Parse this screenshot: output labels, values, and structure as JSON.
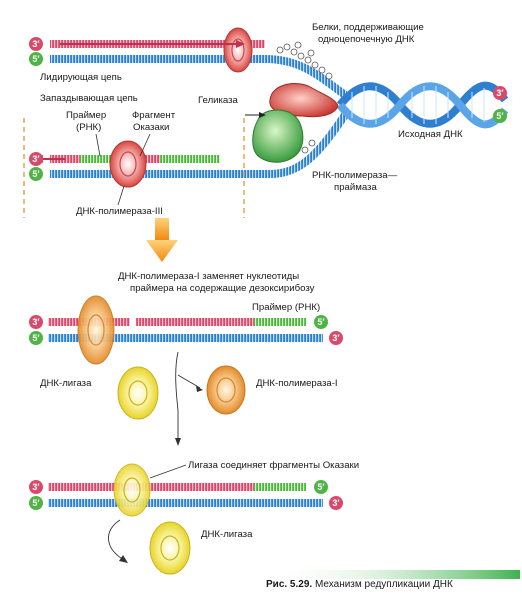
{
  "labels": {
    "ssb_proteins_l1": "Белки, поддерживающие",
    "ssb_proteins_l2": "одноцепочечную ДНК",
    "leading_strand": "Лидирующая цепь",
    "lagging_strand": "Запаздывающая цепь",
    "primer_l1": "Праймер",
    "primer_l2": "(РНК)",
    "okazaki_l1": "Фрагмент",
    "okazaki_l2": "Оказаки",
    "helicase": "Геликаза",
    "parent_dna": "Исходная ДНК",
    "rna_polymerase_l1": "РНК-полимераза—",
    "rna_polymerase_l2": "праймаза",
    "dna_polymerase_3": "ДНК-полимераза-III",
    "pol1_note_l1": "ДНК-полимераза-I заменяет нуклеотиды",
    "pol1_note_l2": "праймера на содержащие дезоксирибозу",
    "primer_rna": "Праймер (РНК)",
    "dna_ligase_1": "ДНК-лигаза",
    "dna_polymerase_1": "ДНК-полимераза-I",
    "ligase_note": "Лигаза соединяет фрагменты Оказаки",
    "dna_ligase_2": "ДНК-лигаза"
  },
  "ends": {
    "three_prime": "3′",
    "five_prime": "5′"
  },
  "caption": {
    "prefix": "Рис. 5.29.",
    "text": " Механизм редупликации ДНК"
  },
  "colors": {
    "template_strand": "#2f7fd0",
    "new_dna": "#d94a6a",
    "rna_primer": "#5cb848",
    "helicase": "#d9473f",
    "primase": "#4aa84e",
    "dna_polymerase_3": "#e25a5a",
    "dna_polymerase_1": "#f0a64b",
    "dna_ligase": "#f1e23a",
    "arrow": "#f39c12"
  }
}
